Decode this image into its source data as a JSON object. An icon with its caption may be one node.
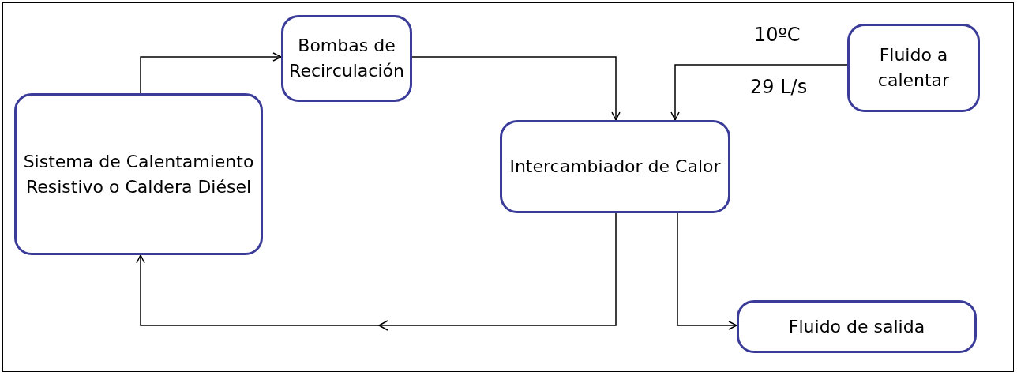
{
  "diagram": {
    "nodes": [
      {
        "text": [
          "Sistema de Calentamiento Resistivo o Caldera Diésel"
        ]
      },
      {
        "text": [
          "Bombas de Recirculación"
        ]
      },
      {
        "text": [
          "Intercambiador de Calor"
        ]
      },
      {
        "text": [
          "Fluido a calentar"
        ]
      },
      {
        "text": [
          "Fluido de salida"
        ]
      }
    ],
    "edges": [
      {
        "from": 0,
        "to": 1,
        "arrow": "to"
      },
      {
        "from": 1,
        "to": 2,
        "arrow": "to"
      },
      {
        "from": 3,
        "to": 2,
        "arrow": "to"
      },
      {
        "from": 2,
        "to": 4,
        "arrow": "to"
      },
      {
        "from": 2,
        "to": 0,
        "arrow": "to"
      }
    ],
    "labels": [
      "10ºC",
      "29 L/s"
    ]
  }
}
